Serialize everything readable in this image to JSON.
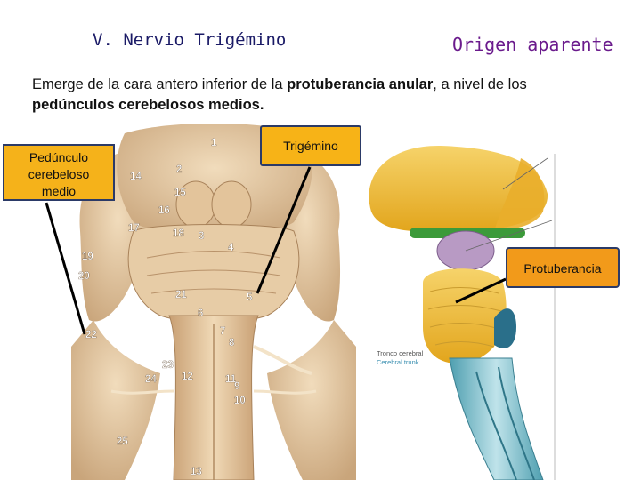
{
  "slide": {
    "title_left": "V. Nervio Trigémino",
    "title_right": "Origen aparente",
    "paragraph": {
      "part1": "Emerge de la cara antero inferior de la ",
      "bold1": "protuberancia anular",
      "part2": ", a nivel de los ",
      "bold2": "pedúnculos cerebelosos medios."
    }
  },
  "callouts": {
    "pedunculo": [
      "Pedúnculo",
      "cerebeloso",
      "medio"
    ],
    "trigemino": "Trigémino",
    "protuberancia": "Protuberancia"
  },
  "left_figure": {
    "numbers": [
      "1",
      "2",
      "14",
      "15",
      "16",
      "17",
      "18",
      "3",
      "4",
      "19",
      "20",
      "21",
      "5",
      "6",
      "7",
      "8",
      "22",
      "23",
      "24",
      "12",
      "9",
      "10",
      "11",
      "25",
      "13"
    ]
  },
  "right_figure": {
    "label_es": "Tronco cerebral",
    "label_en": "Cerebral trunk"
  },
  "colors": {
    "callout_fill": "#f5b21a",
    "callout_border": "#2b3a67",
    "title_left": "#1a1a66",
    "title_right": "#6a1a8c",
    "brainstem_tan": "#e2c39a",
    "cerebrum_yellow": "#eeb62a"
  }
}
